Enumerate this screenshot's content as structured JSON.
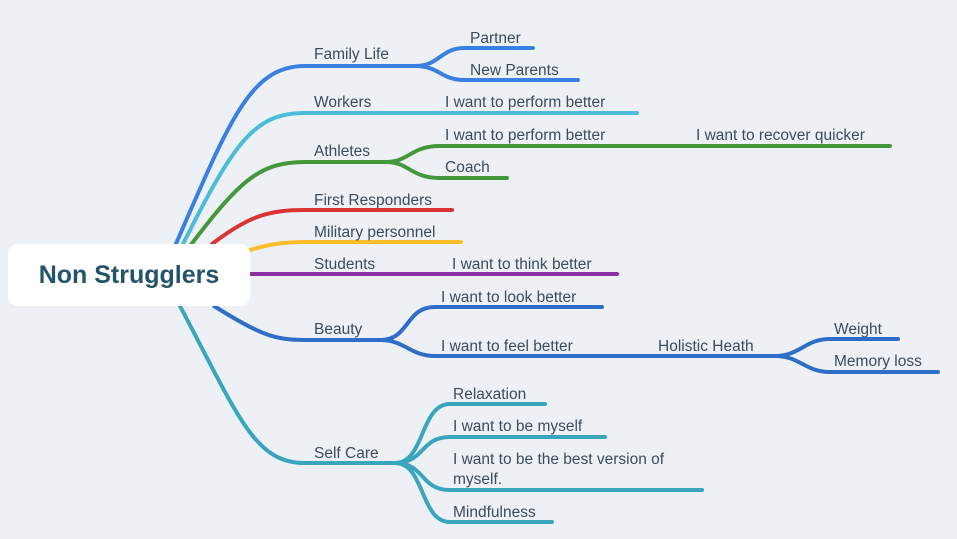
{
  "root": "Non Strugglers",
  "colors": {
    "family": "#3a80e0",
    "workers": "#4cbdd8",
    "athletes": "#44983b",
    "first": "#da3434",
    "military": "#fbbd2b",
    "students": "#8f31a4",
    "beauty": "#2f6ec8",
    "selfcare": "#3aa5bf"
  },
  "branches": {
    "family": {
      "label": "Family Life",
      "children": [
        "Partner",
        "New Parents"
      ]
    },
    "workers": {
      "label": "Workers",
      "children": [
        "I want to perform better"
      ]
    },
    "athletes": {
      "label": "Athletes",
      "children": [
        "I want to perform better",
        "Coach"
      ],
      "grandchild": "I want to recover quicker"
    },
    "first": {
      "label": "First Responders"
    },
    "military": {
      "label": "Military personnel"
    },
    "students": {
      "label": "Students",
      "children": [
        "I want to think better"
      ]
    },
    "beauty": {
      "label": "Beauty",
      "children": [
        "I want to look better",
        "I want to feel better"
      ],
      "grandchild": "Holistic Heath",
      "leaves": [
        "Weight",
        "Memory loss"
      ]
    },
    "selfcare": {
      "label": "Self Care",
      "children": [
        "Relaxation",
        "I want to be myself",
        "I want to be the best version of",
        "myself.",
        "Mindfulness"
      ]
    }
  }
}
